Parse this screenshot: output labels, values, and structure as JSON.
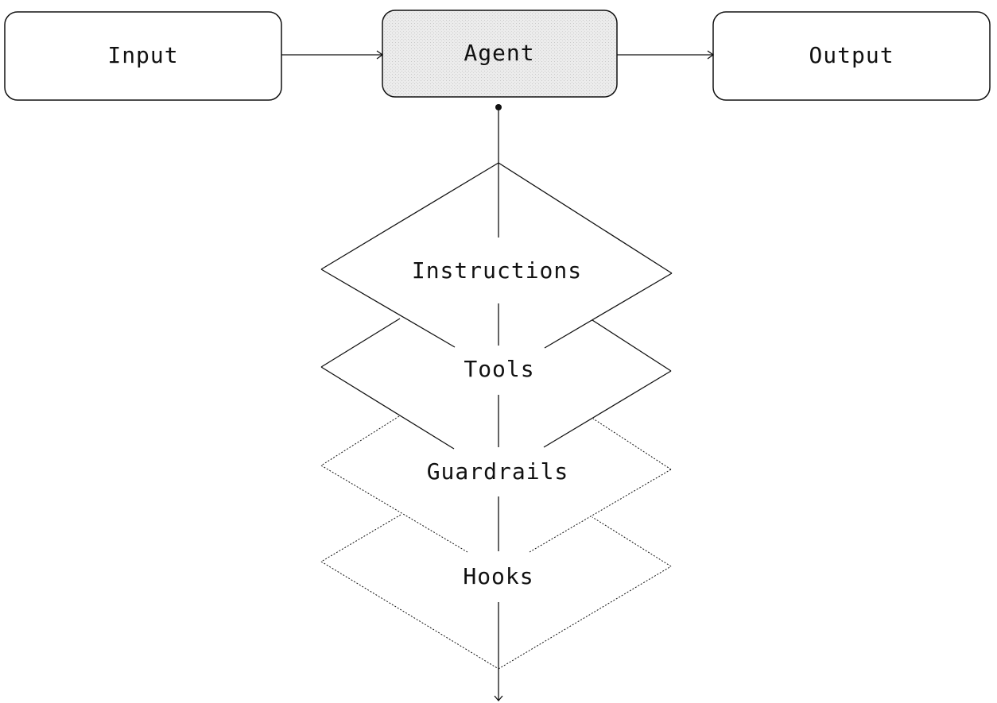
{
  "nodes": {
    "input": "Input",
    "agent": "Agent",
    "output": "Output"
  },
  "layers": {
    "instructions": "Instructions",
    "tools": "Tools",
    "guardrails": "Guardrails",
    "hooks": "Hooks"
  },
  "styles": {
    "stroke": "#111111",
    "agent_fill": "#e6e6e6",
    "background": "#ffffff"
  }
}
